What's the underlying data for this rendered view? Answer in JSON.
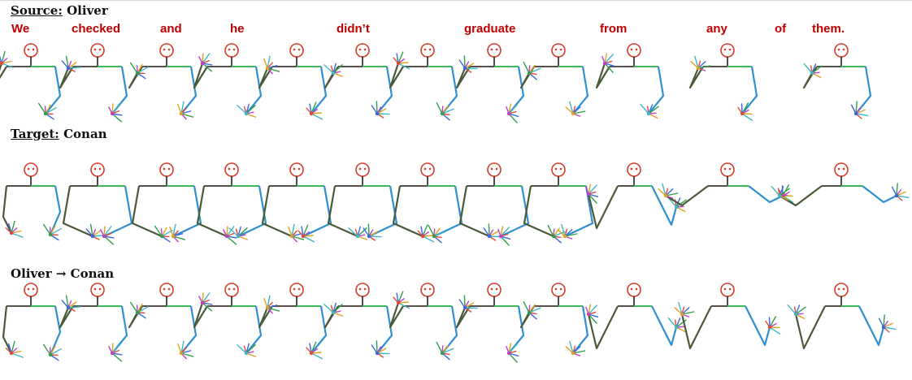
{
  "labels": {
    "source_tag": "Source:",
    "source_name": "Oliver",
    "target_tag": "Target:",
    "target_name": "Conan",
    "transfer_text": "Oliver → Conan"
  },
  "words": [
    "We",
    "checked",
    "and",
    "he",
    "didn’t",
    "graduate",
    "from",
    "any",
    "of",
    "them."
  ],
  "colors": {
    "word": "#c00000",
    "head": "#d63b2a",
    "left_arm": "#4a5a38",
    "right_arm": "#2f8fd0",
    "shoulder_left": "#55504a",
    "shoulder_right": "#3cb85a",
    "hand_palette": [
      "#e04a3a",
      "#3b66e0",
      "#2f9f4a",
      "#c23fc4",
      "#e0a020",
      "#3fb7c4"
    ]
  }
}
